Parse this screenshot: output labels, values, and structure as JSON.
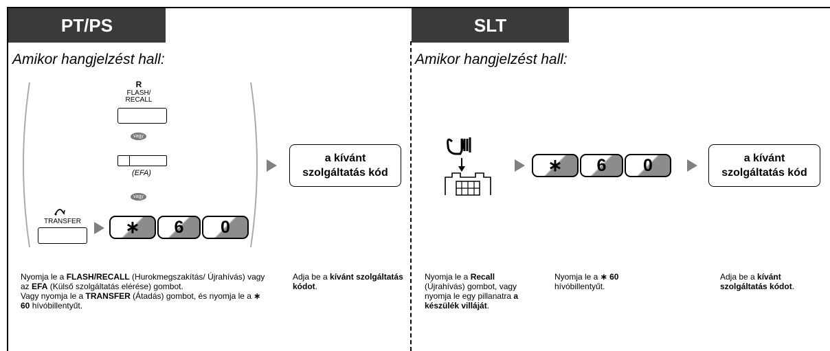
{
  "left": {
    "tab": "PT/PS",
    "title": "Amikor hangjelzést hall:",
    "flash_key": {
      "label_top": "R",
      "label_mid": "FLASH/",
      "label_bot": "RECALL"
    },
    "or1": "vagy",
    "efa_label": "(EFA)",
    "or2": "vagy",
    "transfer_label": "TRANSFER",
    "keys": [
      "∗",
      "6",
      "0"
    ],
    "code_box": {
      "line1": "a kívánt",
      "line2": "szolgáltatás kód"
    },
    "desc1": {
      "t1": "Nyomja le a ",
      "b1": "FLASH/RECALL",
      "t2": " (Hurokmegszakítás/ Újrahívás) vagy az ",
      "b2": "EFA",
      "t3": " (Külső szolgáltatás elérése) gombot.",
      "t4": "Vagy nyomja le a ",
      "b3": "TRANSFER",
      "t5": " (Átadás) gombot, és nyomja le a ",
      "b4": "∗ 60",
      "t6": " hívóbillentyűt."
    },
    "desc2": {
      "t1": "Adja be a ",
      "b1": "kívánt szolgáltatás kódot",
      "t2": "."
    }
  },
  "right": {
    "tab": "SLT",
    "title": "Amikor hangjelzést hall:",
    "keys": [
      "∗",
      "6",
      "0"
    ],
    "code_box": {
      "line1": "a kívánt",
      "line2": "szolgáltatás kód"
    },
    "desc1": {
      "t1": "Nyomja le a ",
      "b1": "Recall",
      "t2": " (Újrahívás) gombot, vagy nyomja le egy pillanatra ",
      "b2": "a készülék villáját",
      "t3": "."
    },
    "desc2": {
      "t1": "Nyomja le a ",
      "b1": "∗ 60",
      "t2": " hívóbillentyűt."
    },
    "desc3": {
      "t1": "Adja be a ",
      "b1": "kívánt szolgáltatás kódot",
      "t2": "."
    }
  }
}
